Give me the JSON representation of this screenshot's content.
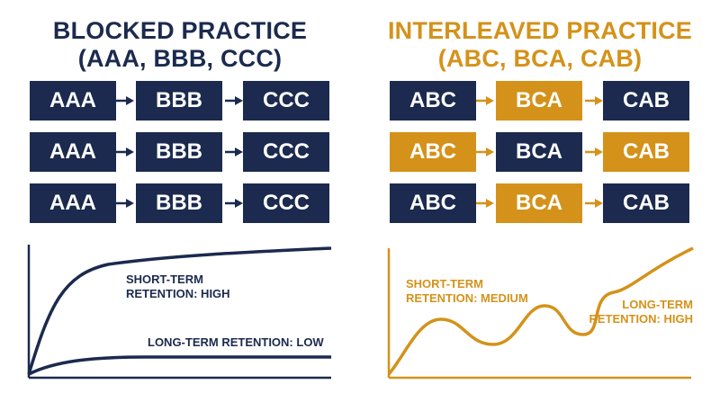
{
  "blocked": {
    "title_line1": "BLOCKED PRACTICE",
    "title_line2": "(AAA, BBB, CCC)",
    "rows": [
      [
        {
          "label": "AAA",
          "style": "navy"
        },
        {
          "label": "BBB",
          "style": "navy"
        },
        {
          "label": "CCC",
          "style": "navy"
        }
      ],
      [
        {
          "label": "AAA",
          "style": "navy"
        },
        {
          "label": "BBB",
          "style": "navy"
        },
        {
          "label": "CCC",
          "style": "navy"
        }
      ],
      [
        {
          "label": "AAA",
          "style": "navy"
        },
        {
          "label": "BBB",
          "style": "navy"
        },
        {
          "label": "CCC",
          "style": "navy"
        }
      ]
    ],
    "short_term_label_line1": "SHORT-TERM",
    "short_term_label_line2": "RETENTION: HIGH",
    "long_term_label": "LONG-TERM RETENTION: LOW"
  },
  "interleaved": {
    "title_line1": "INTERLEAVED PRACTICE",
    "title_line2": "(ABC, BCA, CAB)",
    "rows": [
      [
        {
          "label": "ABC",
          "style": "navy"
        },
        {
          "label": "BCA",
          "style": "gold"
        },
        {
          "label": "CAB",
          "style": "navy"
        }
      ],
      [
        {
          "label": "ABC",
          "style": "gold"
        },
        {
          "label": "BCA",
          "style": "navy"
        },
        {
          "label": "CAB",
          "style": "gold"
        }
      ],
      [
        {
          "label": "ABC",
          "style": "navy"
        },
        {
          "label": "BCA",
          "style": "gold"
        },
        {
          "label": "CAB",
          "style": "navy"
        }
      ]
    ],
    "short_term_label_line1": "SHORT-TERM",
    "short_term_label_line2": "RETENTION: MEDIUM",
    "long_term_label_line1": "LONG-TERM",
    "long_term_label_line2": "RETENTION: HIGH"
  },
  "colors": {
    "navy": "#1b2a4e",
    "gold": "#d4921a"
  }
}
